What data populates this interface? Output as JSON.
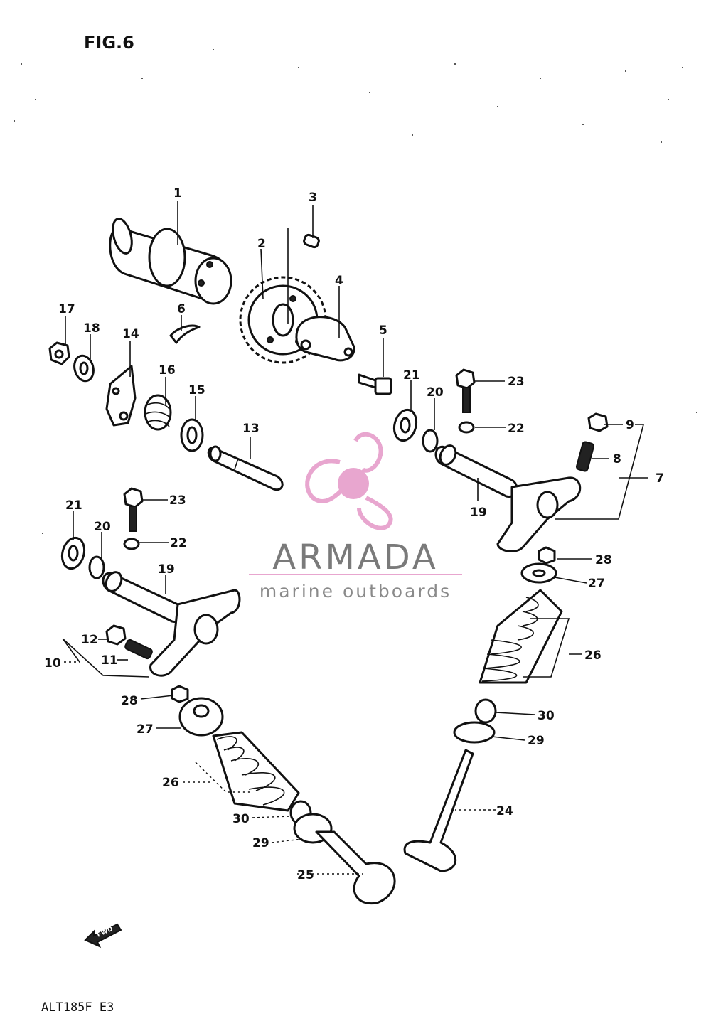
{
  "figure": {
    "title": "FIG.6",
    "model_code": "ALT185F E3",
    "direction_tag": "FWD"
  },
  "watermark": {
    "name": "ARMADA",
    "tagline": "marine outboards",
    "accent_color": "#e8a6cf"
  },
  "callouts": [
    {
      "id": "c1",
      "label": "1"
    },
    {
      "id": "c2",
      "label": "2"
    },
    {
      "id": "c3",
      "label": "3"
    },
    {
      "id": "c4",
      "label": "4"
    },
    {
      "id": "c5",
      "label": "5"
    },
    {
      "id": "c6",
      "label": "6"
    },
    {
      "id": "c7",
      "label": "7"
    },
    {
      "id": "c8",
      "label": "8"
    },
    {
      "id": "c9",
      "label": "9"
    },
    {
      "id": "c10",
      "label": "10"
    },
    {
      "id": "c11",
      "label": "11"
    },
    {
      "id": "c12",
      "label": "12"
    },
    {
      "id": "c13",
      "label": "13"
    },
    {
      "id": "c14",
      "label": "14"
    },
    {
      "id": "c15",
      "label": "15"
    },
    {
      "id": "c16",
      "label": "16"
    },
    {
      "id": "c17",
      "label": "17"
    },
    {
      "id": "c18",
      "label": "18"
    },
    {
      "id": "c19a",
      "label": "19"
    },
    {
      "id": "c19b",
      "label": "19"
    },
    {
      "id": "c20a",
      "label": "20"
    },
    {
      "id": "c20b",
      "label": "20"
    },
    {
      "id": "c21a",
      "label": "21"
    },
    {
      "id": "c21b",
      "label": "21"
    },
    {
      "id": "c22a",
      "label": "22"
    },
    {
      "id": "c22b",
      "label": "22"
    },
    {
      "id": "c23a",
      "label": "23"
    },
    {
      "id": "c23b",
      "label": "23"
    },
    {
      "id": "c24",
      "label": "24"
    },
    {
      "id": "c25",
      "label": "25"
    },
    {
      "id": "c26a",
      "label": "26"
    },
    {
      "id": "c26b",
      "label": "26"
    },
    {
      "id": "c27a",
      "label": "27"
    },
    {
      "id": "c27b",
      "label": "27"
    },
    {
      "id": "c28a",
      "label": "28"
    },
    {
      "id": "c28b",
      "label": "28"
    },
    {
      "id": "c29a",
      "label": "29"
    },
    {
      "id": "c29b",
      "label": "29"
    },
    {
      "id": "c30a",
      "label": "30"
    },
    {
      "id": "c30b",
      "label": "30"
    }
  ]
}
